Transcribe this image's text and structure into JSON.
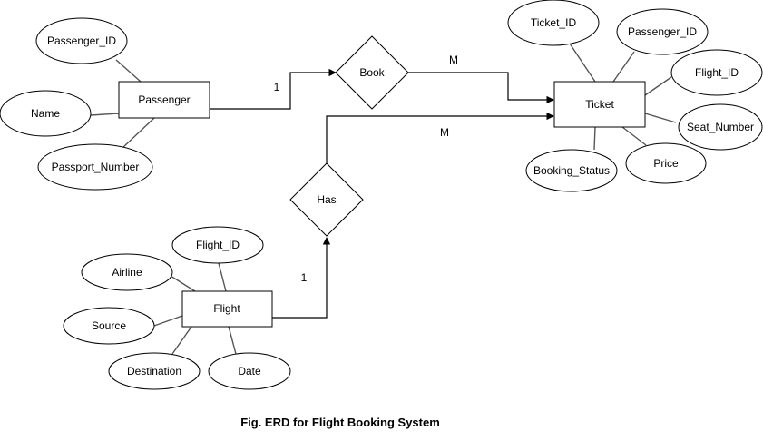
{
  "diagram": {
    "entities": {
      "passenger": "Passenger",
      "ticket": "Ticket",
      "flight": "Flight"
    },
    "relationships": {
      "book": "Book",
      "has": "Has"
    },
    "attributes": {
      "passenger": [
        "Passenger_ID",
        "Name",
        "Passport_Number"
      ],
      "ticket": [
        "Ticket_ID",
        "Passenger_ID",
        "Flight_ID",
        "Seat_Number",
        "Price",
        "Booking_Status"
      ],
      "flight": [
        "Flight_ID",
        "Airline",
        "Source",
        "Destination",
        "Date"
      ]
    },
    "cardinalities": {
      "passenger_book": "1",
      "book_ticket": "M",
      "has_ticket": "M",
      "flight_has": "1"
    },
    "caption": "Fig. ERD for Flight Booking System"
  }
}
